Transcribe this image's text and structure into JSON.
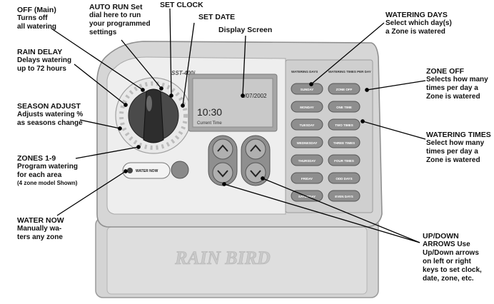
{
  "callouts": {
    "off_main": {
      "title": "OFF (Main)",
      "desc": [
        "Turns off",
        "all watering"
      ]
    },
    "auto_run": {
      "title": "AUTO RUN Set",
      "desc": [
        "dial here to run",
        "your programmed",
        "settings"
      ]
    },
    "set_clock": {
      "title": "SET CLOCK"
    },
    "set_date": {
      "title": "SET DATE"
    },
    "display_screen": {
      "title": "Display Screen"
    },
    "watering_days": {
      "title": "WATERING DAYS",
      "desc": [
        "Select which day(s)",
        "a Zone is watered"
      ]
    },
    "rain_delay": {
      "title": "RAIN DELAY",
      "desc": [
        "Delays watering",
        "up to 72 hours"
      ]
    },
    "zone_off": {
      "title": "ZONE OFF",
      "desc": [
        "Selects how many",
        "times per day a",
        "Zone is watered"
      ]
    },
    "season_adjust": {
      "title": "SEASON ADJUST",
      "desc": [
        "Adjusts watering %",
        "as seasons change"
      ]
    },
    "watering_times": {
      "title": "WATERING TIMES",
      "desc": [
        "Select how many",
        "times per day a",
        "Zone is watered"
      ]
    },
    "zones": {
      "title": "ZONES 1-9",
      "desc": [
        "Program watering",
        "for each area"
      ],
      "sub": "(4 zone model Shown)"
    },
    "water_now": {
      "title": "WATER NOW",
      "desc": [
        "Manually wa-",
        "ters any zone"
      ]
    },
    "updown": {
      "title": "UP/DOWN",
      "desc": [
        "ARROWS Use",
        "Up/Down arrows",
        "on left or right",
        "keys to  set clock,",
        "date, zone, etc."
      ]
    }
  },
  "device": {
    "model": "SST-400i",
    "brand": "RAIN BIRD",
    "lcd_date": "1/07/2002",
    "lcd_time": "10:30",
    "lcd_caption": "Current Time",
    "water_now_label": "WATER NOW",
    "col_headers": {
      "days": "WATERING DAYS",
      "times": "WATERING TIMES PER DAY"
    },
    "day_buttons": [
      "SUNDAY",
      "MONDAY",
      "TUESDAY",
      "WEDNESDAY",
      "THURSDAY",
      "FRIDAY",
      "SATURDAY"
    ],
    "time_buttons": [
      "ZONE OFF",
      "ONE TIME",
      "TWO TIMES",
      "THREE TIMES",
      "FOUR TIMES",
      "ODD DAYS",
      "EVEN DAYS"
    ]
  },
  "colors": {
    "body": "#d9d9d9",
    "bezel": "#efefef",
    "knob": "#3a3a3a",
    "lcd": "#c7c7c7",
    "button": "#8e8e8e"
  }
}
